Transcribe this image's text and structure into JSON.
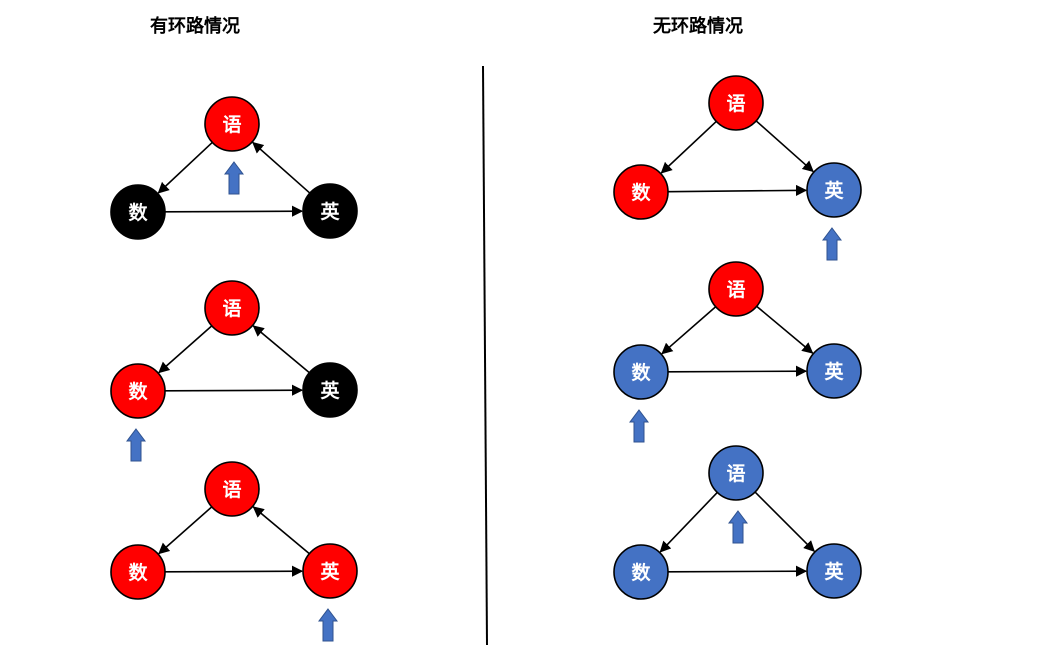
{
  "titles": {
    "left": "有环路情况",
    "right": "无环路情况"
  },
  "labels": {
    "chinese": "语",
    "math": "数",
    "english": "英"
  },
  "colors": {
    "red": "#ff0000",
    "black": "#000000",
    "blue": "#4472c4",
    "arrow_fill": "#4472c4",
    "arrow_stroke": "#2f528f",
    "edge": "#000000"
  },
  "left_panel": [
    {
      "states": {
        "chinese": "red",
        "math": "black",
        "english": "black"
      },
      "pointer": "chinese"
    },
    {
      "states": {
        "chinese": "red",
        "math": "red",
        "english": "black"
      },
      "pointer": "math"
    },
    {
      "states": {
        "chinese": "red",
        "math": "red",
        "english": "red"
      },
      "pointer": "english"
    }
  ],
  "right_panel": [
    {
      "states": {
        "chinese": "red",
        "math": "red",
        "english": "blue"
      },
      "pointer": "english"
    },
    {
      "states": {
        "chinese": "red",
        "math": "blue",
        "english": "blue"
      },
      "pointer": "math"
    },
    {
      "states": {
        "chinese": "blue",
        "math": "blue",
        "english": "blue"
      },
      "pointer": "chinese"
    }
  ]
}
